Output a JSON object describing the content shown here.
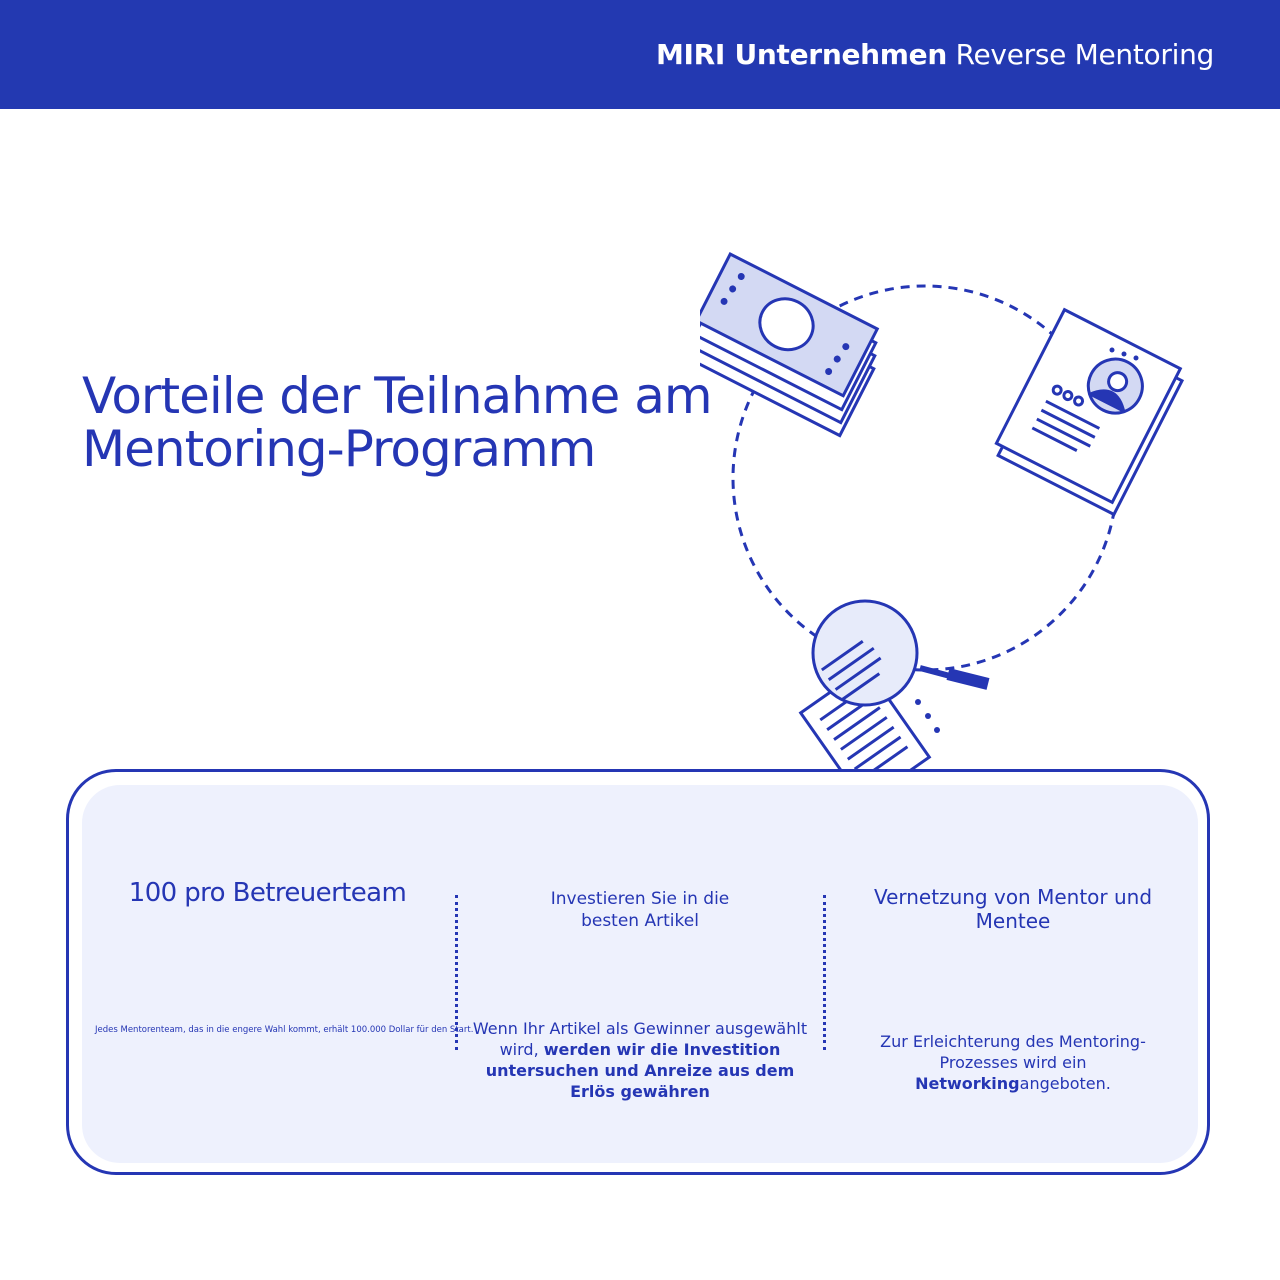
{
  "header": {
    "brand_bold": "MIRI Unternehmen",
    "brand_rest": "Reverse Mentoring"
  },
  "title": {
    "line1": "Vorteile der Teilnahme am",
    "line2": "Mentoring-Programm"
  },
  "illustration": {
    "icons": [
      "money-stack-icon",
      "resume-profile-icon",
      "magnifier-document-icon"
    ]
  },
  "columns": [
    {
      "heading": "100 pro Betreuerteam",
      "text": "Jedes Mentorenteam, das in die engere Wahl kommt, erhält 100.000 Dollar für den Start."
    },
    {
      "heading": "Investieren Sie in die besten Artikel",
      "text_regular": "Wenn Ihr Artikel als Gewinner ausgewählt wird,",
      "text_bold": "werden wir die Investition untersuchen und Anreize aus dem Erlös gewähren"
    },
    {
      "heading": "Vernetzung von Mentor und Mentee",
      "text_regular": "Zur Erleichterung des Mentoring-Prozesses wird ein",
      "text_bold": "Networking",
      "text_tail": "angeboten."
    }
  ],
  "colors": {
    "primary": "#2536b4",
    "header_bg": "#2339b1",
    "panel_bg": "#eef1fd",
    "icon_fill": "#d3d9f3"
  }
}
